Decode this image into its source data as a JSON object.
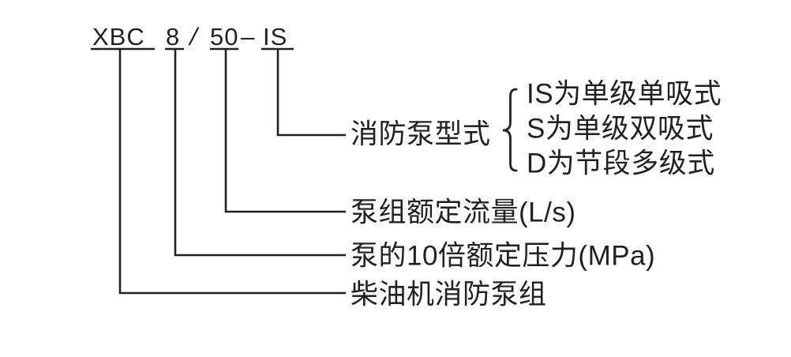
{
  "diagram": {
    "title_code": {
      "series": "XBC",
      "pressure_value": "8",
      "separator": "/",
      "flow_value": "50",
      "dash": "–",
      "pump_type_code": "IS"
    },
    "callouts": {
      "pump_type": "消防泵型式",
      "rated_flow": "泵组额定流量(L/s)",
      "rated_pressure": "泵的10倍额定压力(MPa)",
      "unit_type": "柴油机消防泵组"
    },
    "pump_type_options": [
      "IS为单级单吸式",
      "S为单级双吸式",
      "D为节段多级式"
    ],
    "colors": {
      "ink": "#231f20",
      "background": "#ffffff"
    }
  }
}
